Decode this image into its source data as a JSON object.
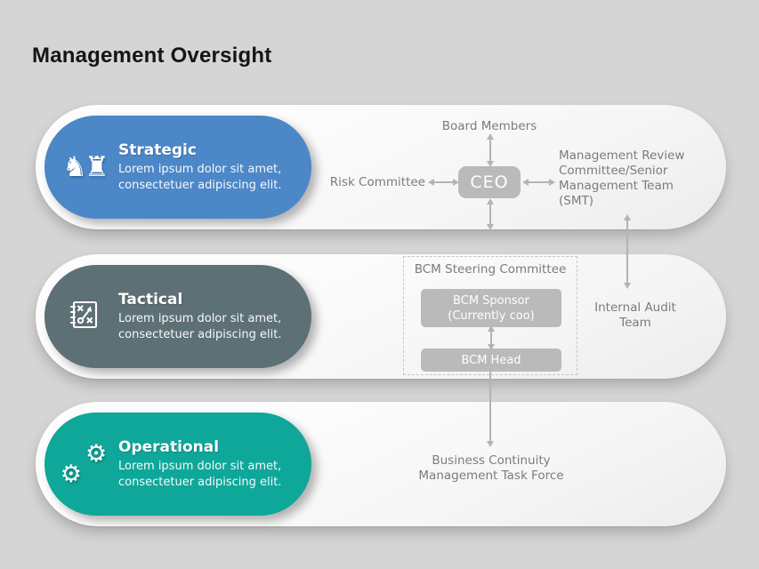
{
  "slide_title": "Management Oversight",
  "colors": {
    "bg": "#d5d5d5",
    "title": "#151515",
    "strategic": "#4c87c8",
    "tactical": "#5d7075",
    "operational": "#0fa79a",
    "node": "#bababa",
    "label": "#7b7b7b",
    "arrow": "#b3b3b3",
    "dash": "#c6c6c6"
  },
  "tiers": [
    {
      "label": "Strategic",
      "description": "Lorem ipsum dolor sit amet, consectetuer adipiscing elit.",
      "icon": "chess-pieces-icon"
    },
    {
      "label": "Tactical",
      "description": "Lorem ipsum dolor sit amet, consectetuer adipiscing elit.",
      "icon": "tactics-plan-icon"
    },
    {
      "label": "Operational",
      "description": "Lorem ipsum dolor sit amet, consectetuer adipiscing elit.",
      "icon": "gears-icon"
    }
  ],
  "icons": {
    "strategic_glyph": "♞♜",
    "operational_gear_glyph": "⚙"
  },
  "org_chart": {
    "board_members": "Board Members",
    "risk_committee": "Risk Committee",
    "ceo": "CEO",
    "smt_lines": [
      "Management Review",
      "Committee/Senior",
      "Management Team",
      "(SMT)"
    ],
    "bcm_steering_committee": "BCM Steering Committee",
    "bcm_sponsor_lines": [
      "BCM Sponsor",
      "(Currently coo)"
    ],
    "bcm_head": "BCM Head",
    "internal_audit_lines": [
      "Internal Audit",
      "Team"
    ],
    "task_force_lines": [
      "Business Continuity",
      "Management Task Force"
    ]
  }
}
